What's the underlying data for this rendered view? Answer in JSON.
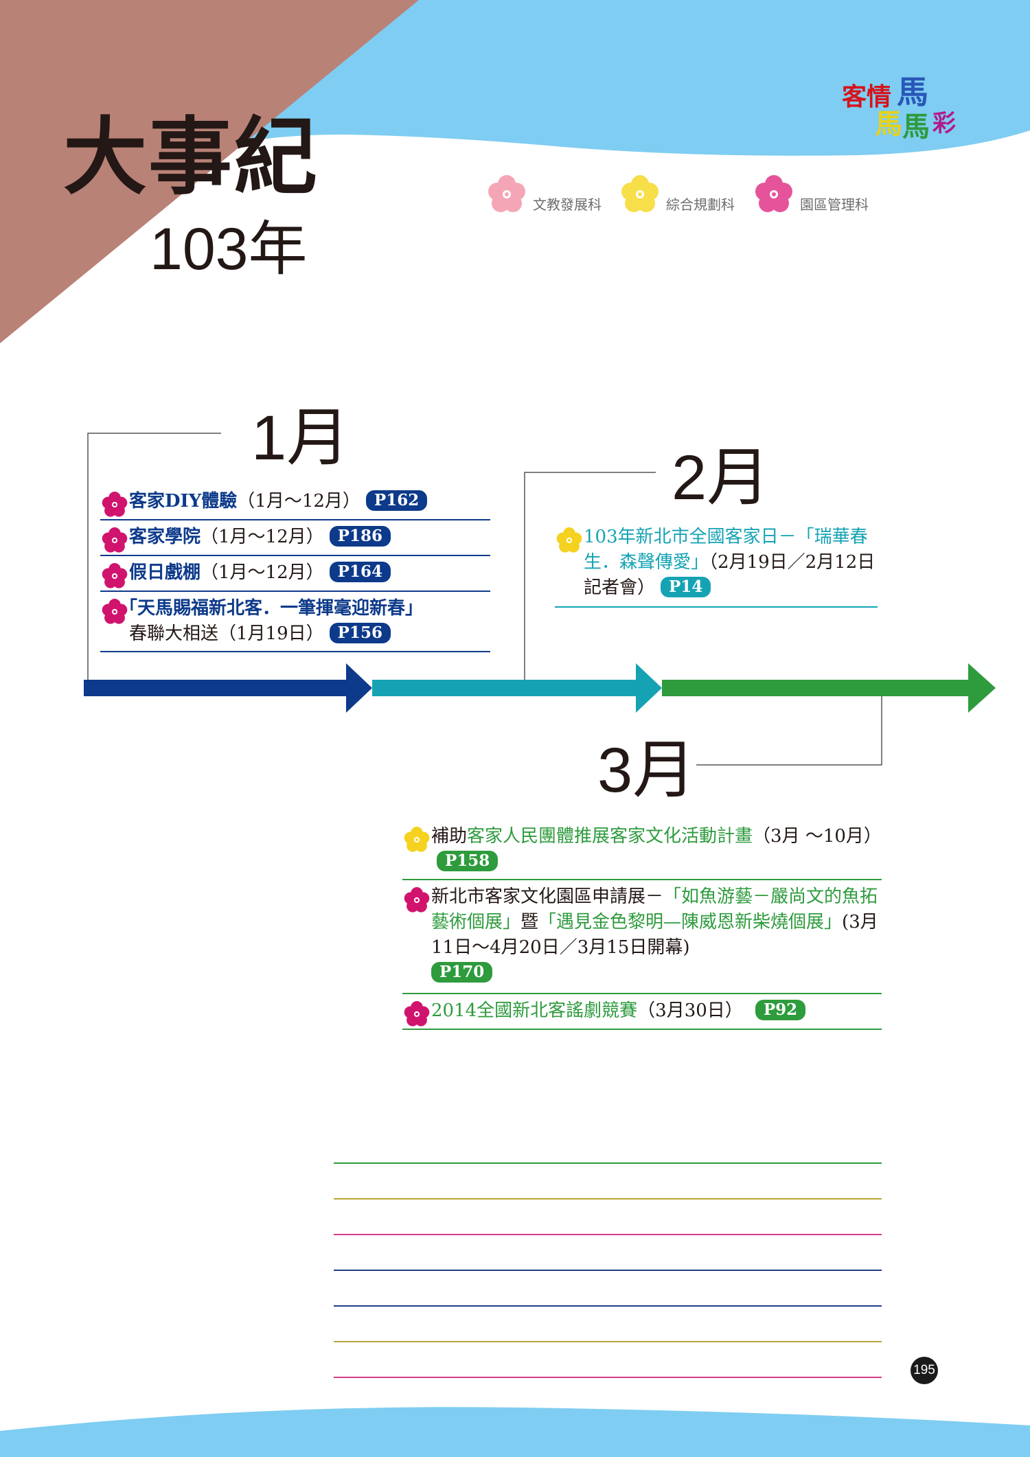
{
  "page": {
    "title": "大事紀",
    "year": "103年",
    "page_number": "195"
  },
  "logo": {
    "chars": [
      "客",
      "情",
      "馬",
      "馬",
      "馬",
      "彩"
    ]
  },
  "legend": [
    {
      "label": "文教發展科",
      "color": "#f4a6b7"
    },
    {
      "label": "綜合規劃科",
      "color": "#f7df4a"
    },
    {
      "label": "園區管理科",
      "color": "#e5549a"
    }
  ],
  "colors": {
    "blue": "#0d3a8a",
    "teal": "#15a3b4",
    "green": "#2e9b3d",
    "sky": "#7fcdf2",
    "brown": "#b98277"
  },
  "months": {
    "jan": {
      "label": "1月",
      "entries": [
        {
          "title": "客家DIY體驗",
          "detail": "（1月～12月）",
          "page": "P162"
        },
        {
          "title": "客家學院",
          "detail": "（1月～12月）",
          "page": "P186"
        },
        {
          "title": "假日戲棚",
          "detail": "（1月～12月）",
          "page": "P164"
        },
        {
          "title": "「天馬賜福新北客．一筆揮毫迎新春」",
          "detail": "春聯大相送（1月19日）",
          "page": "P156"
        }
      ]
    },
    "feb": {
      "label": "2月",
      "entries": [
        {
          "title": "103年新北市全國客家日－「瑞華春生．森聲傳愛」",
          "detail": "（2月19日／2月12日記者會）",
          "page": "P14"
        }
      ]
    },
    "mar": {
      "label": "3月",
      "entries": [
        {
          "prefix": "補助",
          "title": "客家人民團體推展客家文化活動計畫",
          "detail": "（3月 ～10月）",
          "page": "P158"
        },
        {
          "prefix": "新北市客家文化園區申請展－",
          "title": "「如魚游藝－嚴尚文的魚拓藝術個展」",
          "mid": "暨",
          "title2": "「遇見金色黎明—陳威恩新柴燒個展」",
          "detail": "(3月11日～4月20日／3月15日開幕)",
          "page": "P170"
        },
        {
          "title": "2014全國新北客謠劇競賽",
          "detail": "（3月30日）",
          "page": "P92"
        }
      ]
    }
  }
}
